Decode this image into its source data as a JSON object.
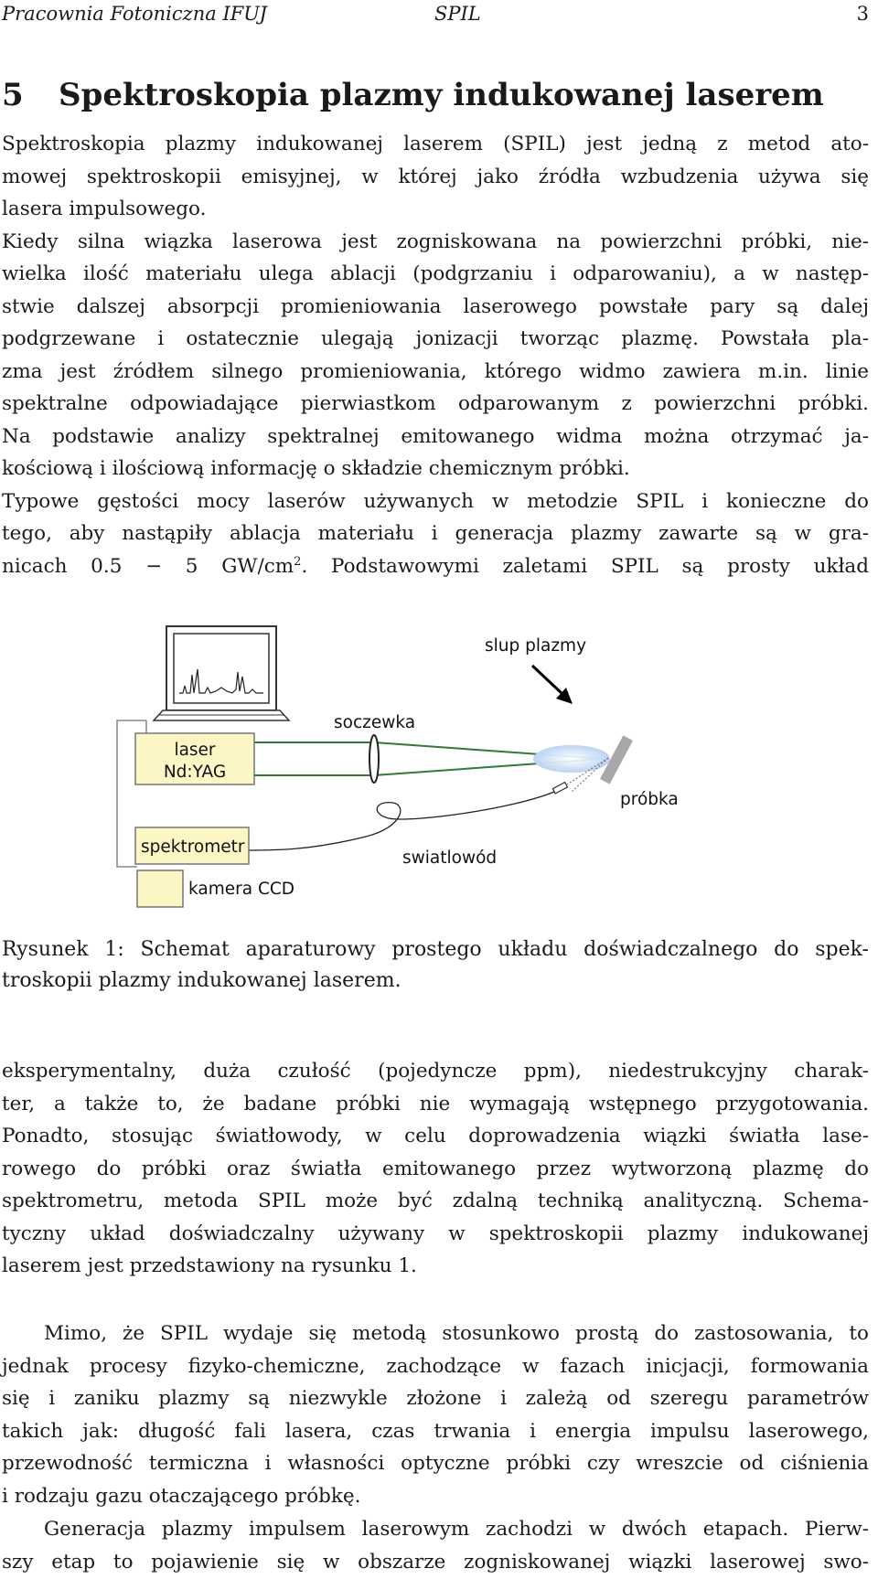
{
  "header": {
    "left": "Pracownia Fotoniczna IFUJ",
    "center": "SPIL",
    "page_number": "3"
  },
  "section": {
    "number": "5",
    "title": "Spektroskopia plazmy indukowanej laserem"
  },
  "paragraphs": {
    "intro": [
      "Spektroskopia plazmy indukowanej laserem (SPIL) jest jedną z metod ato-",
      "mowej spektroskopii emisyjnej, w której jako źródła wzbudzenia używa się",
      "lasera impulsowego."
    ],
    "body1": [
      "Kiedy silna wiązka laserowa jest zogniskowana na powierzchni próbki, nie-",
      "wielka ilość materiału ulega ablacji (podgrzaniu i odparowaniu), a w następ-",
      "stwie dalszej absorpcji promieniowania laserowego powstałe pary są dalej",
      "podgrzewane i ostatecznie ulegają jonizacji tworząc plazmę. Powstała pla-",
      "zma jest źródłem silnego promieniowania, którego widmo zawiera m.in. linie",
      "spektralne odpowiadające pierwiastkom odparowanym z powierzchni próbki.",
      "Na podstawie analizy spektralnej emitowanego widma można otrzymać ja-",
      "kościową i ilościową informację o składzie chemicznym próbki.",
      "Typowe gęstości mocy laserów używanych w metodzie SPIL i konieczne do",
      "tego, aby nastąpiły ablacja materiału i generacja plazmy zawarte są w gra-"
    ],
    "body1_last": {
      "before": "nicach 0.5 − 5 GW/cm",
      "sup": "2",
      "after": ". Podstawowymi zaletami SPIL są prosty układ"
    },
    "caption": [
      "Rysunek 1: Schemat aparaturowy prostego układu doświadczalnego do spek-",
      "troskopii plazmy indukowanej laserem."
    ],
    "body2": [
      "eksperymentalny, duża czułość (pojedyncze ppm), niedestrukcyjny charak-",
      "ter, a także to, że badane próbki nie wymagają wstępnego przygotowania.",
      "Ponadto, stosując światłowody, w celu doprowadzenia wiązki światła lase-",
      "rowego do próbki oraz światła emitowanego przez wytworzoną plazmę do",
      "spektrometru, metoda SPIL może być zdalną techniką analityczną. Schema-",
      "tyczny układ doświadczalny używany w spektroskopii plazmy indukowanej",
      "laserem jest przedstawiony na rysunku 1."
    ],
    "body3": [
      "Mimo, że SPIL wydaje się metodą stosunkowo prostą do zastosowania, to",
      "jednak procesy fizyko-chemiczne, zachodzące w fazach inicjacji, formowania",
      "się i zaniku plazmy są niezwykle złożone i zależą od szeregu parametrów",
      "takich jak: długość fali lasera, czas trwania i energia impulsu laserowego,",
      "przewodność termiczna i własności optyczne próbki czy wreszcie od ciśnienia",
      "i rodzaju gazu otaczającego próbkę."
    ],
    "body4": [
      "Generacja plazmy impulsem laserowym zachodzi w dwóch etapach. Pierw-",
      "szy etap to pojawienie się w obszarze zogniskowanej wiązki laserowej swo-"
    ]
  },
  "figure": {
    "labels": {
      "laser_line1": "laser",
      "laser_line2": "Nd:YAG",
      "lens": "soczewka",
      "plasma": "slup plazmy",
      "sample": "próbka",
      "spectrometer": "spektrometr",
      "camera": "kamera CCD",
      "fiber": "swiatlowód"
    },
    "colors": {
      "box_fill": "#fbf6c4",
      "beam": "#2e7d32",
      "plasma": "#b9d3f3",
      "sample": "#a8a8a8",
      "frame": "#555555"
    }
  }
}
